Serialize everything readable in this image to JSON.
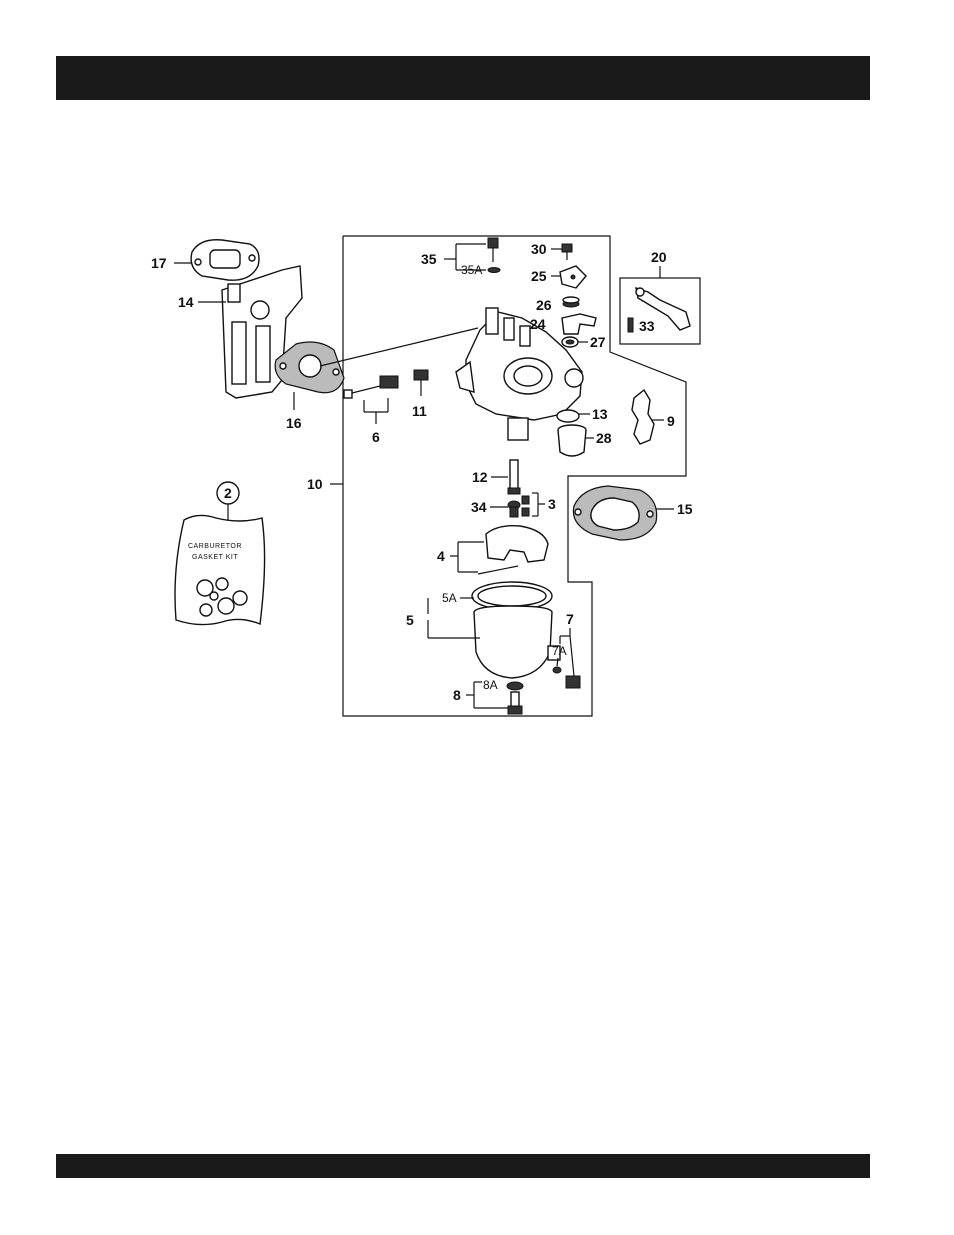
{
  "labels": {
    "l17": "17",
    "l14": "14",
    "l16": "16",
    "l6": "6",
    "l11": "11",
    "l35": "35",
    "l35a": "35A",
    "l30": "30",
    "l25": "25",
    "l26": "26",
    "l24": "24",
    "l27": "27",
    "l13": "13",
    "l28": "28",
    "l20": "20",
    "l33": "33",
    "l9": "9",
    "l15": "15",
    "l10": "10",
    "l12": "12",
    "l34": "34",
    "l3": "3",
    "l4": "4",
    "l5": "5",
    "l5a": "5A",
    "l7": "7",
    "l7a": "7A",
    "l8": "8",
    "l8a": "8A",
    "l2": "2"
  },
  "kit_bag": {
    "line1": "CARBURETOR",
    "line2": "GASKET KIT"
  }
}
